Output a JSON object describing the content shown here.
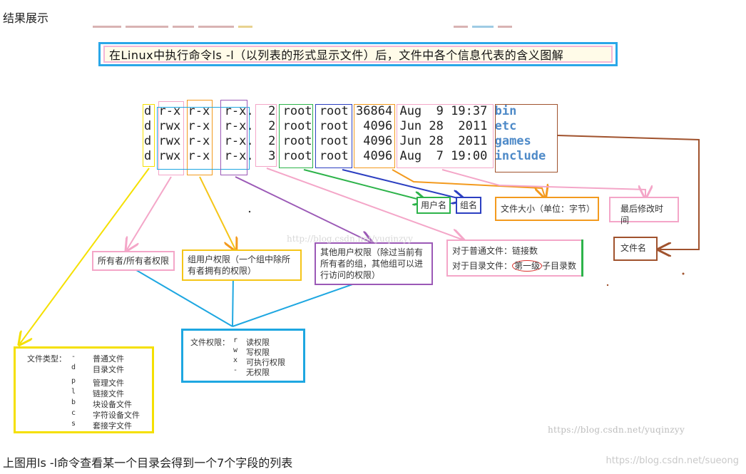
{
  "heading": "结果展示",
  "footer": {
    "text": "上图用ls -l命令查看某一个目录会得到一个7个字段的列表",
    "watermark": "https://blog.csdn.net/sueong"
  },
  "image_watermark": "https://blog.csdn.net/yuqinzyy",
  "center_watermark": "http://blog.csdn.net/yuqinzyy",
  "diagram": {
    "title": "在Linux中执行命令ls -l（以列表的形式显示文件）后，文件中各个信息代表的含义图解",
    "rows": [
      {
        "type": "d",
        "owner": "r-x",
        "group": "r-x",
        "other": "r-x.",
        "links": "2",
        "user": "root",
        "grp": "root",
        "size": "36864",
        "month": "Aug",
        "day": " 9",
        "time": "19:37",
        "name": "bin"
      },
      {
        "type": "d",
        "owner": "rwx",
        "group": "r-x",
        "other": "r-x.",
        "links": "2",
        "user": "root",
        "grp": "root",
        "size": " 4096",
        "month": "Jun",
        "day": "28",
        "time": " 2011",
        "name": "etc"
      },
      {
        "type": "d",
        "owner": "rwx",
        "group": "r-x",
        "other": "r-x.",
        "links": "2",
        "user": "root",
        "grp": "root",
        "size": " 4096",
        "month": "Jun",
        "day": "28",
        "time": " 2011",
        "name": "games"
      },
      {
        "type": "d",
        "owner": "rwx",
        "group": "r-x",
        "other": "r-x.",
        "links": "3",
        "user": "root",
        "grp": "root",
        "size": " 4096",
        "month": "Aug",
        "day": " 7",
        "time": "19:00",
        "name": "include"
      }
    ],
    "labels": {
      "owner_perm": "所有者/所有者权限",
      "group_perm": "组用户权限（一个组中除所有者拥有的权限）",
      "other_perm": "其他用户权限（除过当前有所有者的组，其他组可以进行访问的权限）",
      "user_name": "用户名",
      "group_name": "组名",
      "file_size": "文件大小（单位：字节）",
      "mtime": "最后修改时间",
      "file_name": "文件名",
      "links_line1": "对于普通文件：链接数",
      "links_line2_pre": "对于目录文件：",
      "links_line2_circled": "第一级",
      "links_line2_post": "子目录数"
    },
    "file_types": {
      "label": "文件类型：",
      "items": [
        {
          "code": "-",
          "desc": "普通文件"
        },
        {
          "code": "d",
          "desc": "目录文件"
        },
        {
          "code": "p",
          "desc": "管理文件"
        },
        {
          "code": "l",
          "desc": "链接文件"
        },
        {
          "code": "b",
          "desc": "块设备文件"
        },
        {
          "code": "c",
          "desc": "字符设备文件"
        },
        {
          "code": "s",
          "desc": "套接字文件"
        }
      ]
    },
    "permissions": {
      "label": "文件权限：",
      "items": [
        {
          "code": "r",
          "desc": "读权限"
        },
        {
          "code": "w",
          "desc": "写权限"
        },
        {
          "code": "x",
          "desc": "可执行权限"
        },
        {
          "code": "-",
          "desc": "无权限"
        }
      ]
    },
    "colors": {
      "yellow": "#f5e000",
      "pink": "#f4a6c8",
      "orange": "#f39a1e",
      "purple": "#9b59b6",
      "green": "#2db34a",
      "blue": "#2c3fc1",
      "brown": "#a0522d",
      "cyan": "#1ea7e1",
      "red": "#d9302c"
    }
  }
}
